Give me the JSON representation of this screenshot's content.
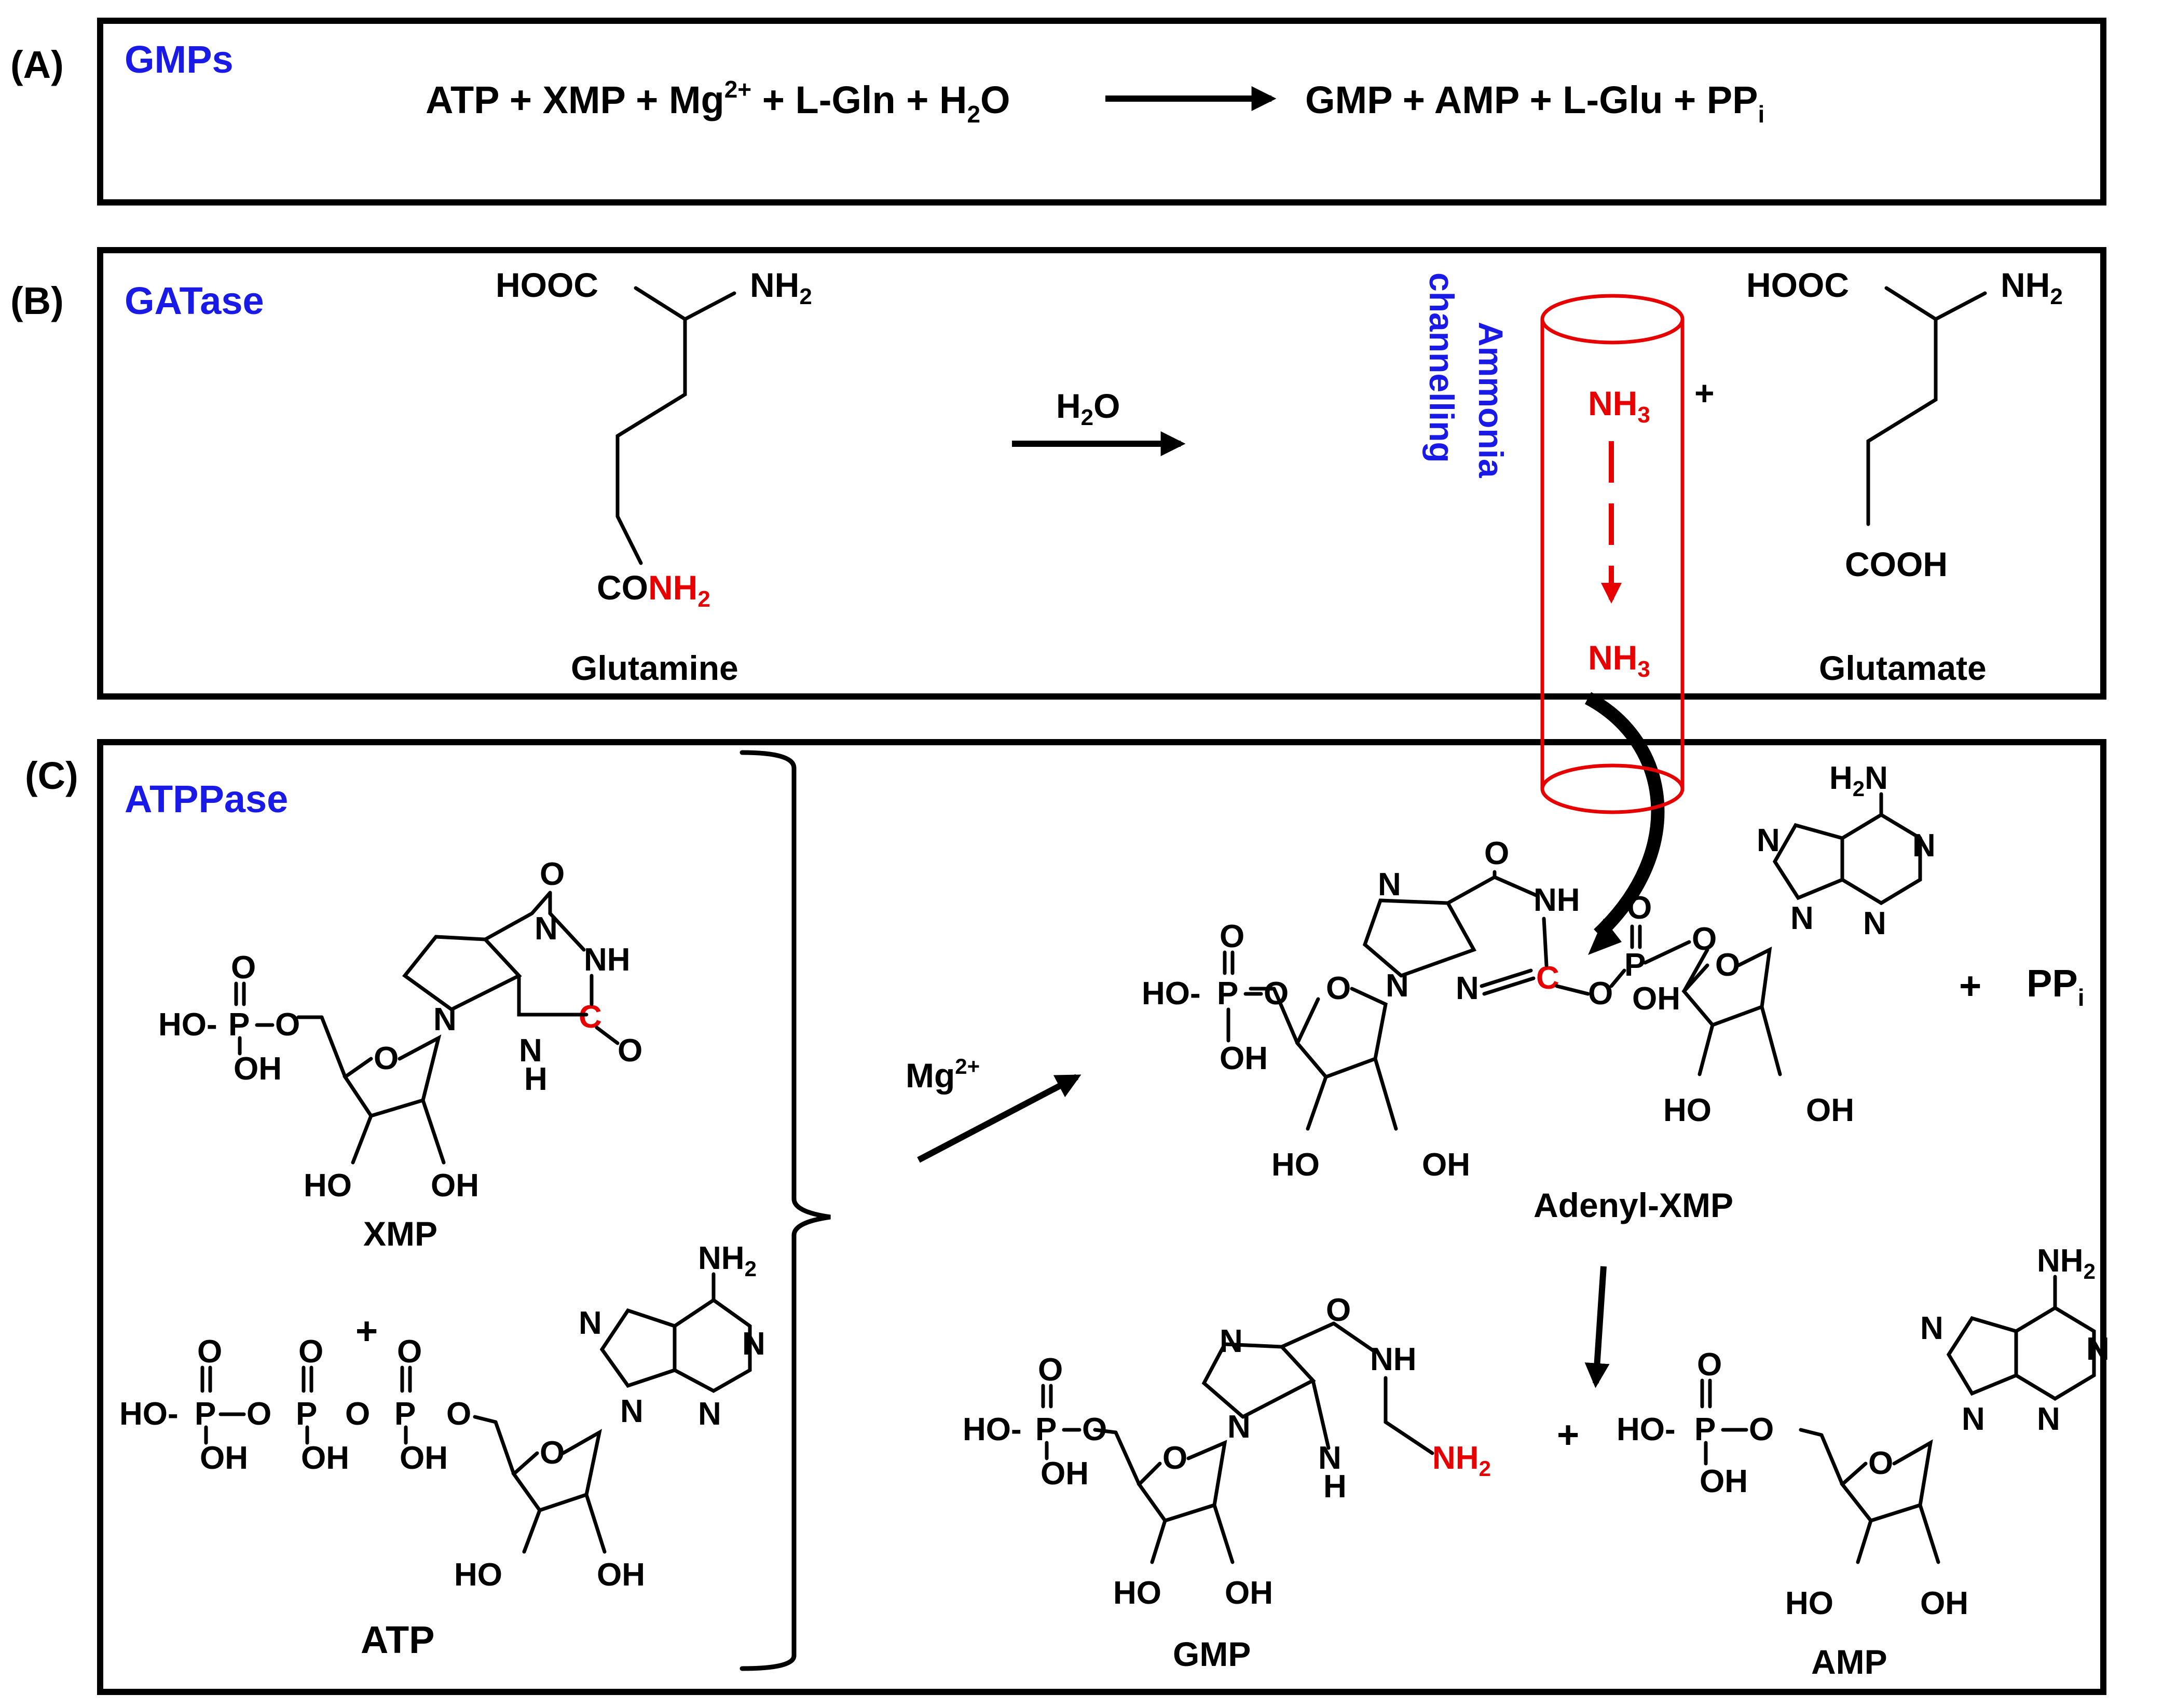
{
  "panels": {
    "a": {
      "label": "(A)",
      "title": "GMPs",
      "reaction_left": "ATP + XMP + Mg",
      "mg_charge": "2+",
      "reaction_mid": " + L-Gln + H",
      "h2o_sub": "2",
      "h2o_end": "O",
      "reaction_right": "GMP + AMP + L-Glu + PP",
      "ppi_sub": "i"
    },
    "b": {
      "label": "(B)",
      "title": "GATase",
      "glutamine": {
        "hooc": "HOOC",
        "nh2": "NH",
        "sub2": "2",
        "co": "CO",
        "conh2": "NH",
        "name": "Glutamine"
      },
      "reagent": "H",
      "reagent_sub": "2",
      "reagent_end": "O",
      "nh3_top": "NH",
      "nh3_bottom": "NH",
      "sub3": "3",
      "plus": "+",
      "channel_line1": "Ammonia",
      "channel_line2": "channelling",
      "glutamate": {
        "hooc": "HOOC",
        "nh2": "NH",
        "sub2": "2",
        "cooh": "COOH",
        "name": "Glutamate"
      }
    },
    "c": {
      "label": "(C)",
      "title": "ATPPase",
      "mg": "Mg",
      "mg_charge": "2+",
      "xmp_name": "XMP",
      "atp_name": "ATP",
      "plus": "+",
      "adenyl_xmp_name": "Adenyl-XMP",
      "ppi": "PP",
      "ppi_sub": "i",
      "gmp_name": "GMP",
      "amp_name": "AMP"
    }
  },
  "atoms": {
    "o": "O",
    "n": "N",
    "nh": "NH",
    "h": "H",
    "p": "P",
    "c": "C",
    "ho": "HO",
    "oh": "OH",
    "hop": "HO-",
    "nh2": "NH",
    "h2n": "H",
    "sub2": "2"
  },
  "colors": {
    "blue_label": "#1a1ae6",
    "red_highlight": "#e60000",
    "ink": "#000000"
  }
}
